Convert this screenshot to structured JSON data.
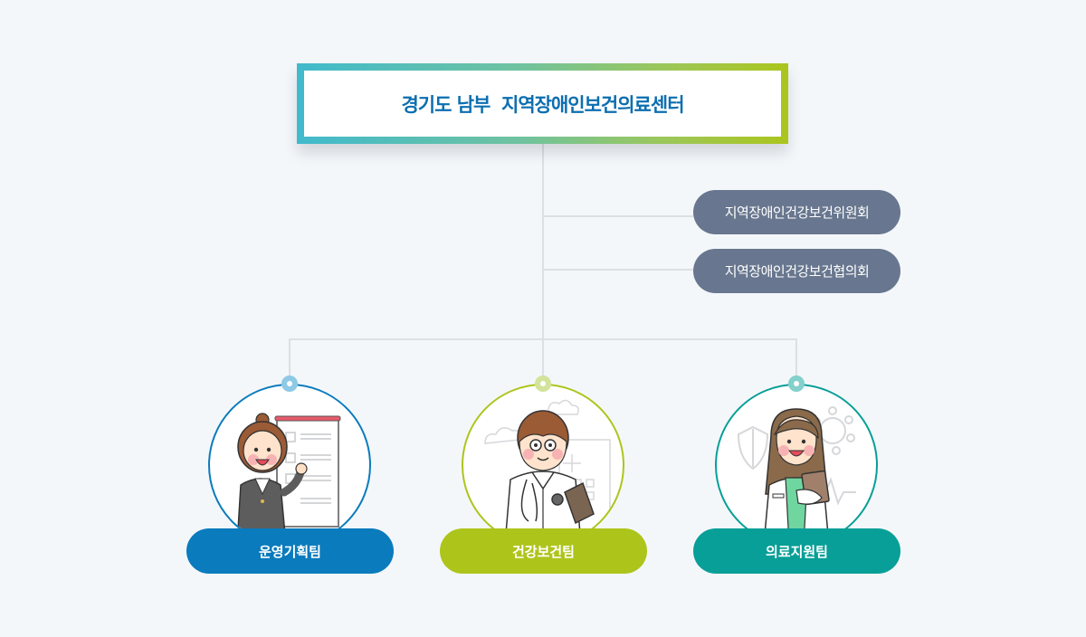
{
  "header": {
    "title": "경기도 남부  지역장애인보건의료센터"
  },
  "committees": [
    {
      "label": "지역장애인건강보건위원회"
    },
    {
      "label": "지역장애인건강보건협의회"
    }
  ],
  "teams": [
    {
      "label": "운영기획팀",
      "color": "#0a7bbd",
      "dot_color": "#8ec9e6",
      "illustration": "office-worker-with-chart-board"
    },
    {
      "label": "건강보건팀",
      "color": "#adc51b",
      "dot_color": "#d2e39a",
      "illustration": "doctor-with-stethoscope-hospital"
    },
    {
      "label": "의료지원팀",
      "color": "#079f97",
      "dot_color": "#84d0cb",
      "illustration": "medical-staff-with-clipboard"
    }
  ],
  "colors": {
    "background": "#f4f7fa",
    "connector_line": "#dcdfe3",
    "committee_pill": "#68778f",
    "title_text": "#0c6eb0",
    "gradient_start": "#40bacc",
    "gradient_end": "#abc51c"
  }
}
